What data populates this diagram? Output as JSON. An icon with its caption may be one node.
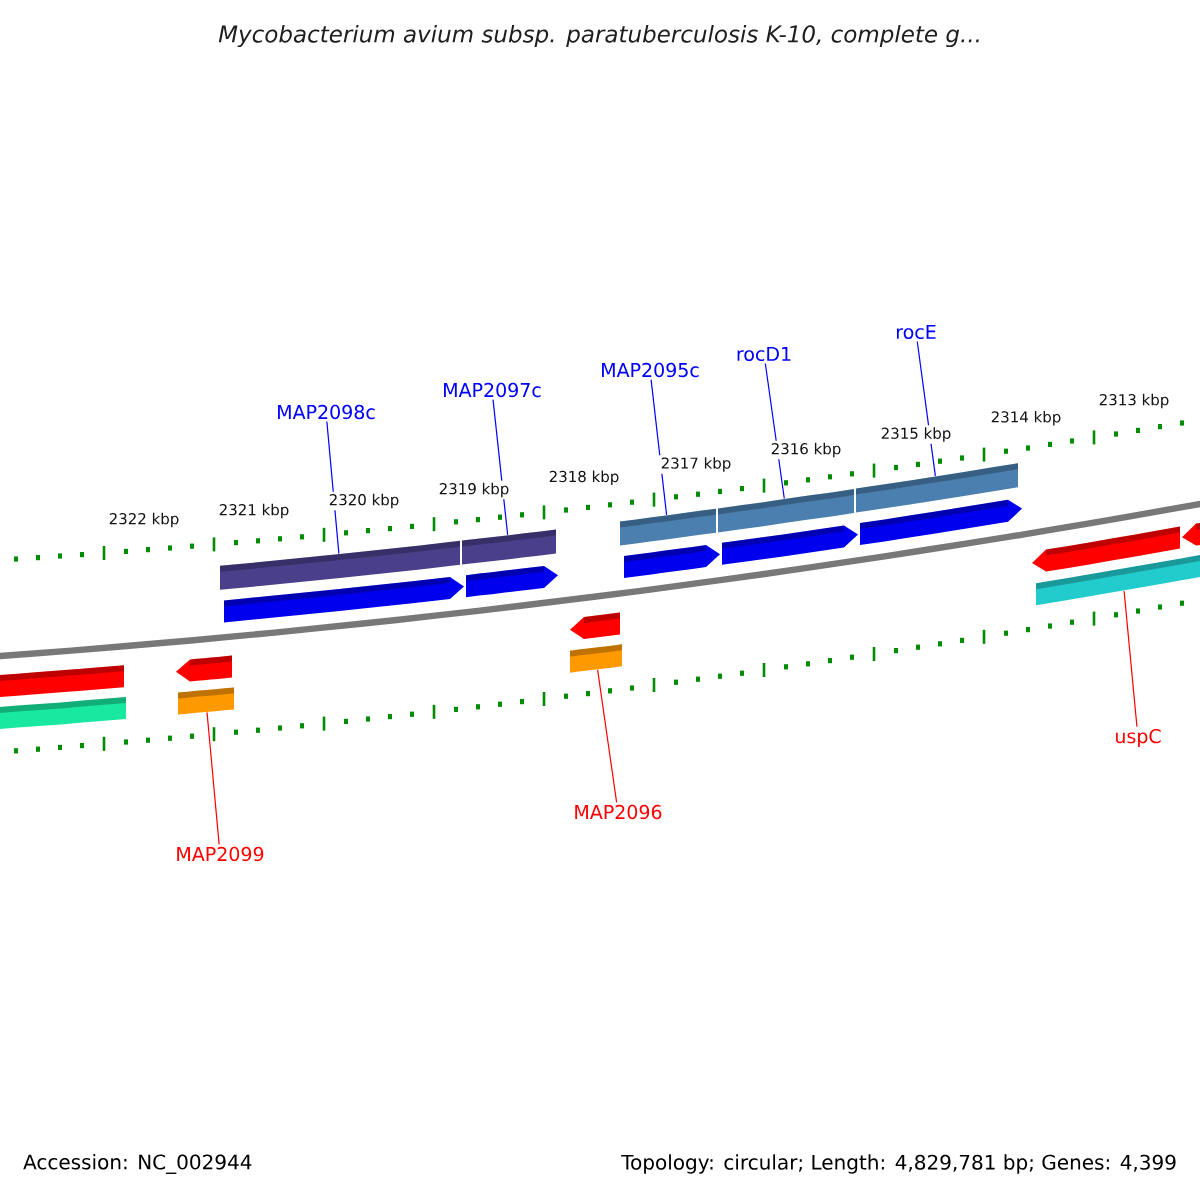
{
  "diagram": {
    "title": "Mycobacterium avium subsp. paratuberculosis K-10, complete g...",
    "nodes": [
      {
        "text": [
          "MAP2098c"
        ]
      },
      {
        "text": [
          "MAP2097c"
        ]
      },
      {
        "text": [
          "MAP2095c"
        ]
      },
      {
        "text": [
          "rocD1"
        ]
      },
      {
        "text": [
          "rocE"
        ]
      },
      {
        "text": [
          "MAP2099"
        ]
      },
      {
        "text": [
          "MAP2096"
        ]
      },
      {
        "text": [
          "uspC"
        ]
      },
      {
        "text": [],
        "shape": "bar"
      },
      {
        "text": [],
        "shape": "bar"
      },
      {
        "text": [],
        "shape": "bar"
      },
      {
        "text": [],
        "shape": "bar"
      },
      {
        "text": [],
        "shape": "bar"
      },
      {
        "text": [],
        "shape": "arrow"
      },
      {
        "text": [],
        "shape": "arrow"
      },
      {
        "text": [],
        "shape": "arrow"
      },
      {
        "text": [],
        "shape": "arrow"
      },
      {
        "text": [],
        "shape": "arrow"
      },
      {
        "text": [],
        "shape": "bar"
      },
      {
        "text": [],
        "shape": "arrow"
      },
      {
        "text": [],
        "shape": "arrow"
      },
      {
        "text": [],
        "shape": "arrow"
      },
      {
        "text": [],
        "shape": "arrow"
      },
      {
        "text": [],
        "shape": "bar"
      },
      {
        "text": [],
        "shape": "bar"
      },
      {
        "text": [],
        "shape": "bar"
      },
      {
        "text": [],
        "shape": "bar"
      }
    ],
    "edges": [
      {
        "from": 0,
        "to": 8,
        "arrow": "none"
      },
      {
        "from": 1,
        "to": 9,
        "arrow": "none"
      },
      {
        "from": 2,
        "to": 10,
        "arrow": "none"
      },
      {
        "from": 3,
        "to": 11,
        "arrow": "none"
      },
      {
        "from": 4,
        "to": 12,
        "arrow": "none"
      },
      {
        "from": 5,
        "to": 24,
        "arrow": "none",
        "color": "#ff0000"
      },
      {
        "from": 6,
        "to": 25,
        "arrow": "none",
        "color": "#ff0000"
      },
      {
        "from": 7,
        "to": 26,
        "arrow": "none",
        "color": "#ff0000"
      }
    ],
    "labels": [
      "2313 kbp",
      "2314 kbp",
      "2315 kbp",
      "2316 kbp",
      "2317 kbp",
      "2318 kbp",
      "2319 kbp",
      "2320 kbp",
      "2321 kbp",
      "2322 kbp",
      "Accession: NC_002944",
      "Topology: circular; Length: 4,829,781 bp; Genes: 4,399"
    ]
  }
}
